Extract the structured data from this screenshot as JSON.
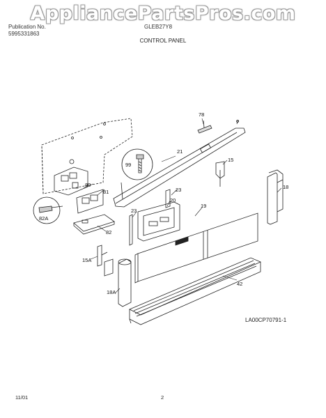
{
  "watermark": "AppliancePartsPros.com",
  "header": {
    "publication_label": "Publication No.",
    "publication_no": "5995331863",
    "model_no": "GLEB27Y8"
  },
  "section_title": "CONTROL PANEL",
  "callouts": {
    "c78": "78",
    "c21": "21",
    "c15": "15",
    "c99": "99",
    "c80": "80",
    "c81": "81",
    "c23a": "23",
    "c23b": "23",
    "c20": "20",
    "c19": "19",
    "c18": "18",
    "c82a": "82A",
    "c82": "82",
    "c15a": "15A",
    "c18a": "18A",
    "c42": "42"
  },
  "figure_ref": "LA00CP70791-1",
  "footer": {
    "date": "11/01",
    "page": "2"
  }
}
